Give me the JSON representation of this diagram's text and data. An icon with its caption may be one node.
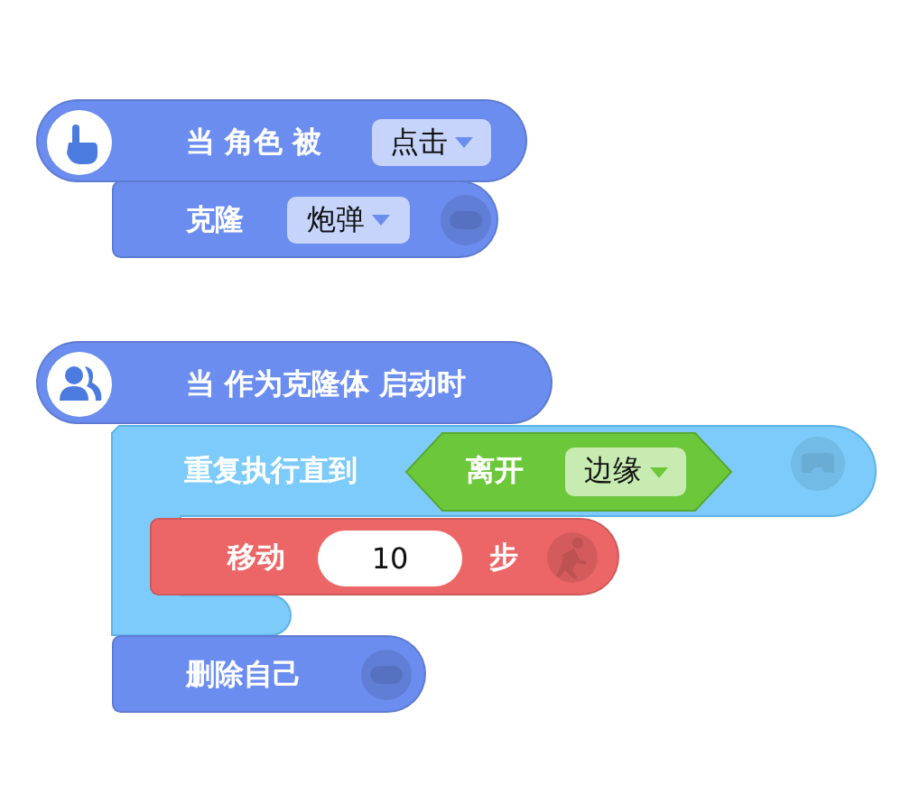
{
  "diagram": {
    "nodes": [
      {
        "text": [
          "当 角色 被"
        ]
      },
      {
        "text": [
          "点击"
        ],
        "in": 0
      },
      {
        "text": [
          "克隆"
        ]
      },
      {
        "text": [
          "炮弹"
        ],
        "in": 2
      },
      {
        "text": [
          "当 作为克隆体 启动时"
        ]
      },
      {
        "text": [
          "重复执行直到"
        ]
      },
      {
        "text": [
          "离开"
        ],
        "in": 5
      },
      {
        "text": [
          "边缘"
        ],
        "in": 6
      },
      {
        "text": [
          "移动",
          "步"
        ],
        "in": 5
      },
      {
        "text": [
          "10"
        ],
        "in": 8
      },
      {
        "text": [
          "删除自己"
        ]
      }
    ]
  }
}
